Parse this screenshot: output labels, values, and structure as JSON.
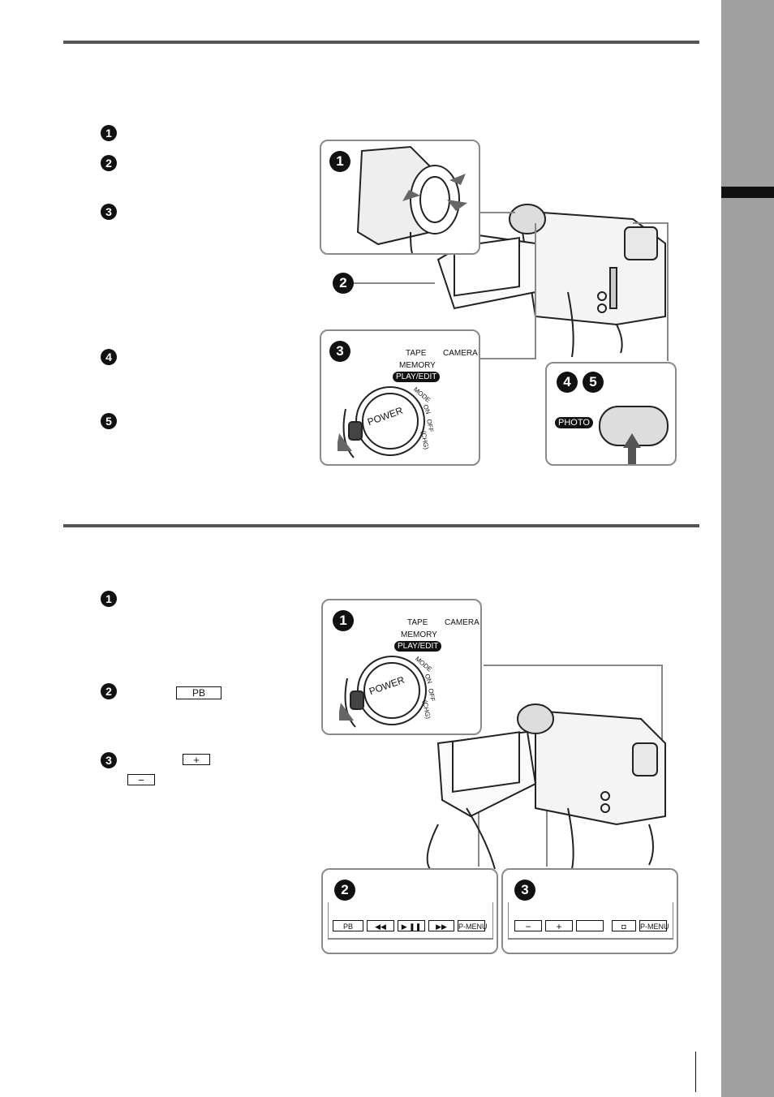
{
  "steps": [
    "1",
    "2",
    "3",
    "4",
    "5"
  ],
  "top": {
    "panel1": {
      "num": "1"
    },
    "panel2_callout": {
      "num": "2"
    },
    "panel3": {
      "num": "3",
      "tape": "TAPE",
      "camera": "CAMERA",
      "memory": "MEMORY",
      "play_edit": "PLAY/EDIT",
      "mode": "MODE",
      "on": "ON",
      "off": "OFF",
      "chg": "(CHG)",
      "power": "POWER"
    },
    "panel45": {
      "num_a": "4",
      "num_b": "5",
      "photo": "PHOTO"
    }
  },
  "bottom": {
    "steps": [
      "1",
      "2",
      "3"
    ],
    "step2_icon": "PB",
    "step3_plus": "+",
    "step3_minus": "−",
    "panel1": {
      "num": "1",
      "tape": "TAPE",
      "camera": "CAMERA",
      "memory": "MEMORY",
      "play_edit": "PLAY/EDIT",
      "mode": "MODE",
      "on": "ON",
      "off": "OFF",
      "chg": "(CHG)",
      "power": "POWER"
    },
    "panel2": {
      "num": "2",
      "buttons": [
        "PB",
        "◀◀",
        "▶ ❚❚",
        "▶▶",
        "P-MENU"
      ]
    },
    "panel3": {
      "num": "3",
      "buttons": [
        "−",
        "+",
        "",
        "◘",
        "P-MENU"
      ]
    }
  },
  "icons": {
    "step": "filled-circle-number",
    "camcorder": "camcorder-illustration",
    "arrow": "arrow-up"
  }
}
